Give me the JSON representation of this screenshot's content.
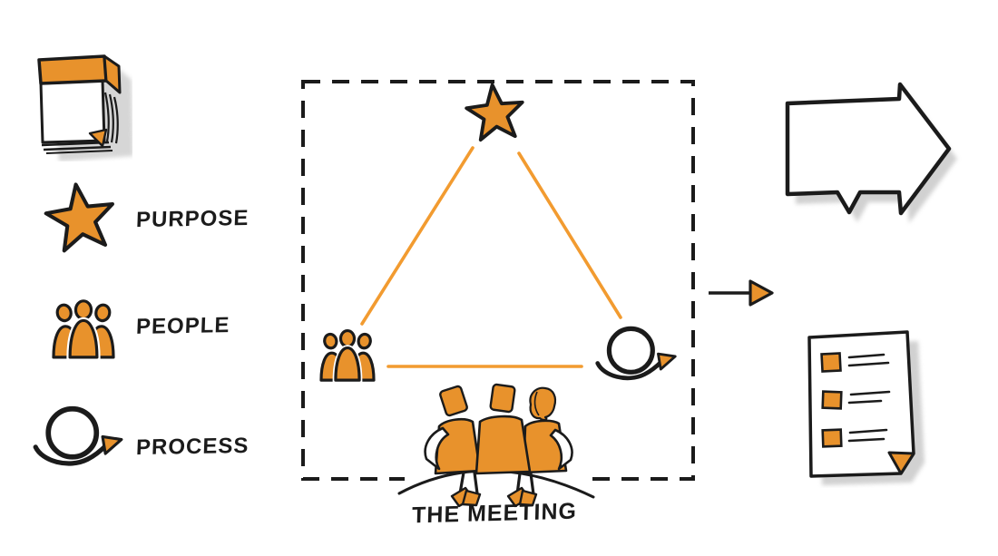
{
  "colors": {
    "accent_orange": "#E8922C",
    "line_orange": "#F29B30",
    "ink_black": "#1B1B1B",
    "shadow_gray": "#C9C9C9",
    "background": "#FFFFFF"
  },
  "legend": {
    "items": [
      {
        "id": "purpose",
        "icon": "star-icon",
        "label": "PURPOSE"
      },
      {
        "id": "people",
        "icon": "people-icon",
        "label": "PEOPLE"
      },
      {
        "id": "process",
        "icon": "process-loop-icon",
        "label": "PROCESS"
      }
    ]
  },
  "diagram": {
    "caption": "THE MEETING",
    "frame": "dashed-box",
    "nodes": [
      {
        "id": "purpose",
        "icon": "star-icon",
        "position": "top"
      },
      {
        "id": "people",
        "icon": "people-icon",
        "position": "bottom-left"
      },
      {
        "id": "process",
        "icon": "process-loop-icon",
        "position": "bottom-right"
      }
    ],
    "connections": [
      {
        "from": "purpose",
        "to": "people"
      },
      {
        "from": "purpose",
        "to": "process"
      },
      {
        "from": "people",
        "to": "process"
      }
    ]
  },
  "side_icons": {
    "top_left": "notepad-icon",
    "flow": "small-arrow-right-icon",
    "result_top": "big-arrow-right-icon",
    "result_bottom": "checklist-document-icon"
  }
}
